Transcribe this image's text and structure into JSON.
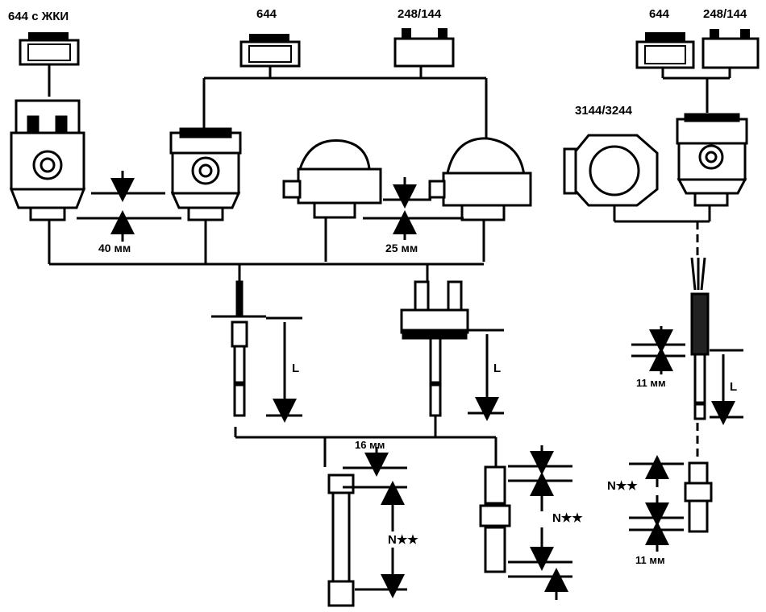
{
  "labels": {
    "lcd_644": "644 с ЖКИ",
    "top_644": "644",
    "top_248_144": "248/144",
    "right_644": "644",
    "right_248_144": "248/144",
    "model_3144_3244": "3144/3244",
    "dim_40": "40 мм",
    "dim_25": "25 мм",
    "dim_16": "16 мм",
    "dim_11_top": "11 мм",
    "dim_11_bottom": "11 мм",
    "dim_L_1": "L",
    "dim_L_2": "L",
    "dim_L_3": "L",
    "dim_N_1": "N★★",
    "dim_N_2": "N★★",
    "dim_N_3": "N★★"
  },
  "colors": {
    "line": "#000000",
    "fill": "#ffffff",
    "shade": "#000000"
  }
}
